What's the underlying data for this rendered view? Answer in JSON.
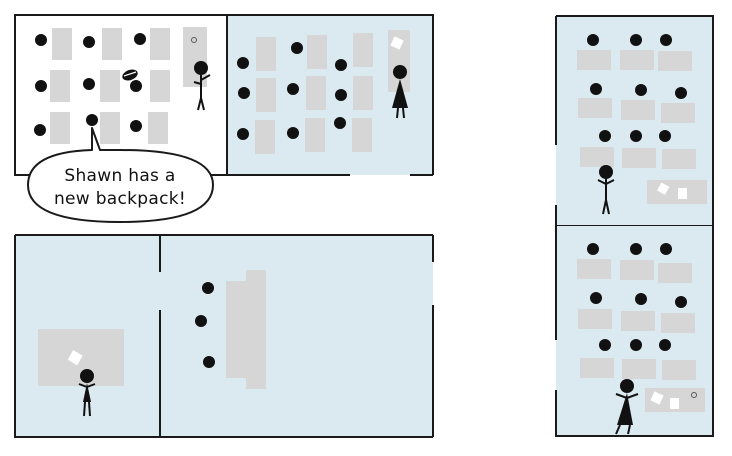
{
  "speech_bubble": {
    "line1": "Shawn has a",
    "line2": "new backpack!"
  },
  "colors": {
    "room_fill": "#dbeaf0",
    "white_room_fill": "#ffffff",
    "desk": "#d6d6d6",
    "wall": "#1a1a1a",
    "figure": "#111111"
  },
  "rooms": [
    {
      "name": "classroom-white"
    },
    {
      "name": "classroom-blue-top"
    },
    {
      "name": "hall-bottom-left"
    },
    {
      "name": "classroom-right-top"
    },
    {
      "name": "classroom-right-bottom"
    }
  ]
}
